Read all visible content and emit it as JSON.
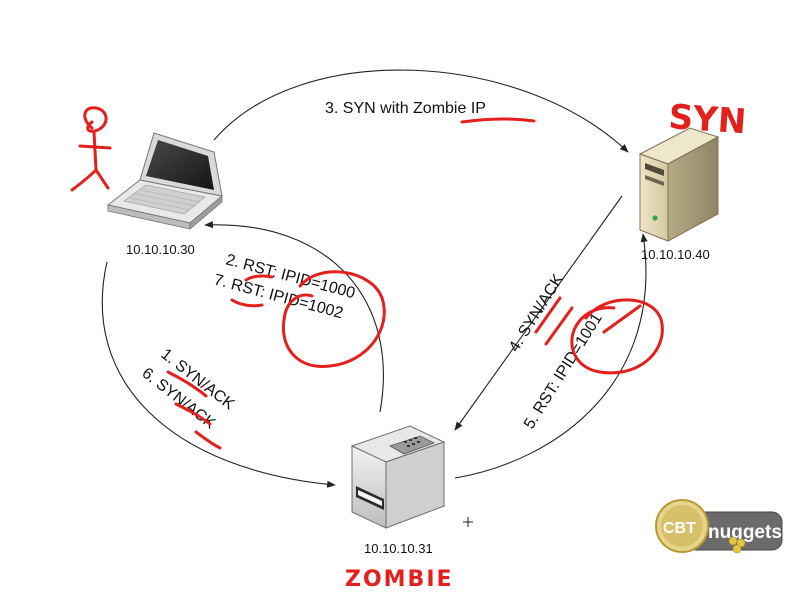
{
  "hosts": {
    "attacker": {
      "ip": "10.10.10.30"
    },
    "target": {
      "ip": "10.10.10.40"
    },
    "zombie": {
      "ip": "10.10.10.31"
    }
  },
  "steps": {
    "s3": "3. SYN with Zombie IP",
    "s2": "2. RST: IPID=1000",
    "s7": "7. RST: IPID=1002",
    "s1": "1. SYN/ACK",
    "s6": "6. SYN/ACK",
    "s4": "4. SYN/ACK",
    "s5": "5. RST: IPID=1001"
  },
  "annotations": {
    "target_note": "SYN",
    "zombie_note": "ZOMBIE"
  },
  "logo": {
    "left": "CBT",
    "right": "nuggets"
  },
  "colors": {
    "annotation": "#e3201b",
    "arrow": "#222222"
  }
}
